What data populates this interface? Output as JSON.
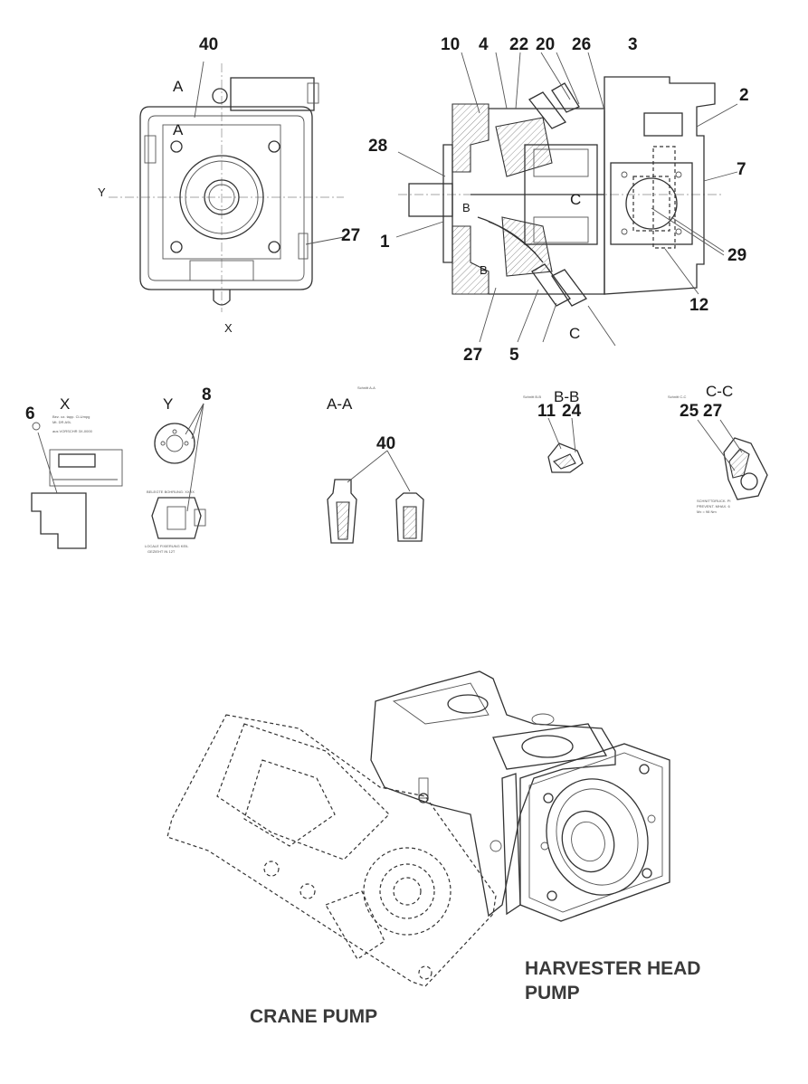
{
  "callouts": {
    "c40_top": "40",
    "c10": "10",
    "c4": "4",
    "c22": "22",
    "c20": "20",
    "c26": "26",
    "c3": "3",
    "c2": "2",
    "c28": "28",
    "c7": "7",
    "c1": "1",
    "c27_right": "27",
    "c29": "29",
    "c12": "12",
    "c27_bottom": "27",
    "c5": "5",
    "c6": "6",
    "c8": "8",
    "c40_detail": "40",
    "c11": "11",
    "c24": "24",
    "c25": "25",
    "c27_detail": "27"
  },
  "section_marks": {
    "a_outer": "A",
    "a_inner": "A",
    "y_mark": "Y",
    "x_mark": "X",
    "b_upper": "B",
    "b_lower": "B",
    "c_upper": "C",
    "c_lower": "C"
  },
  "detail_titles": {
    "x": "X",
    "y": "Y",
    "aa": "A-A",
    "bb": "B-B",
    "cc": "C-C"
  },
  "labels": {
    "harvester_line1": "HARVESTER HEAD",
    "harvester_line2": "PUMP",
    "crane": "CRANE PUMP"
  },
  "colors": {
    "line": "#333333",
    "caption": "#3a3a3a"
  }
}
